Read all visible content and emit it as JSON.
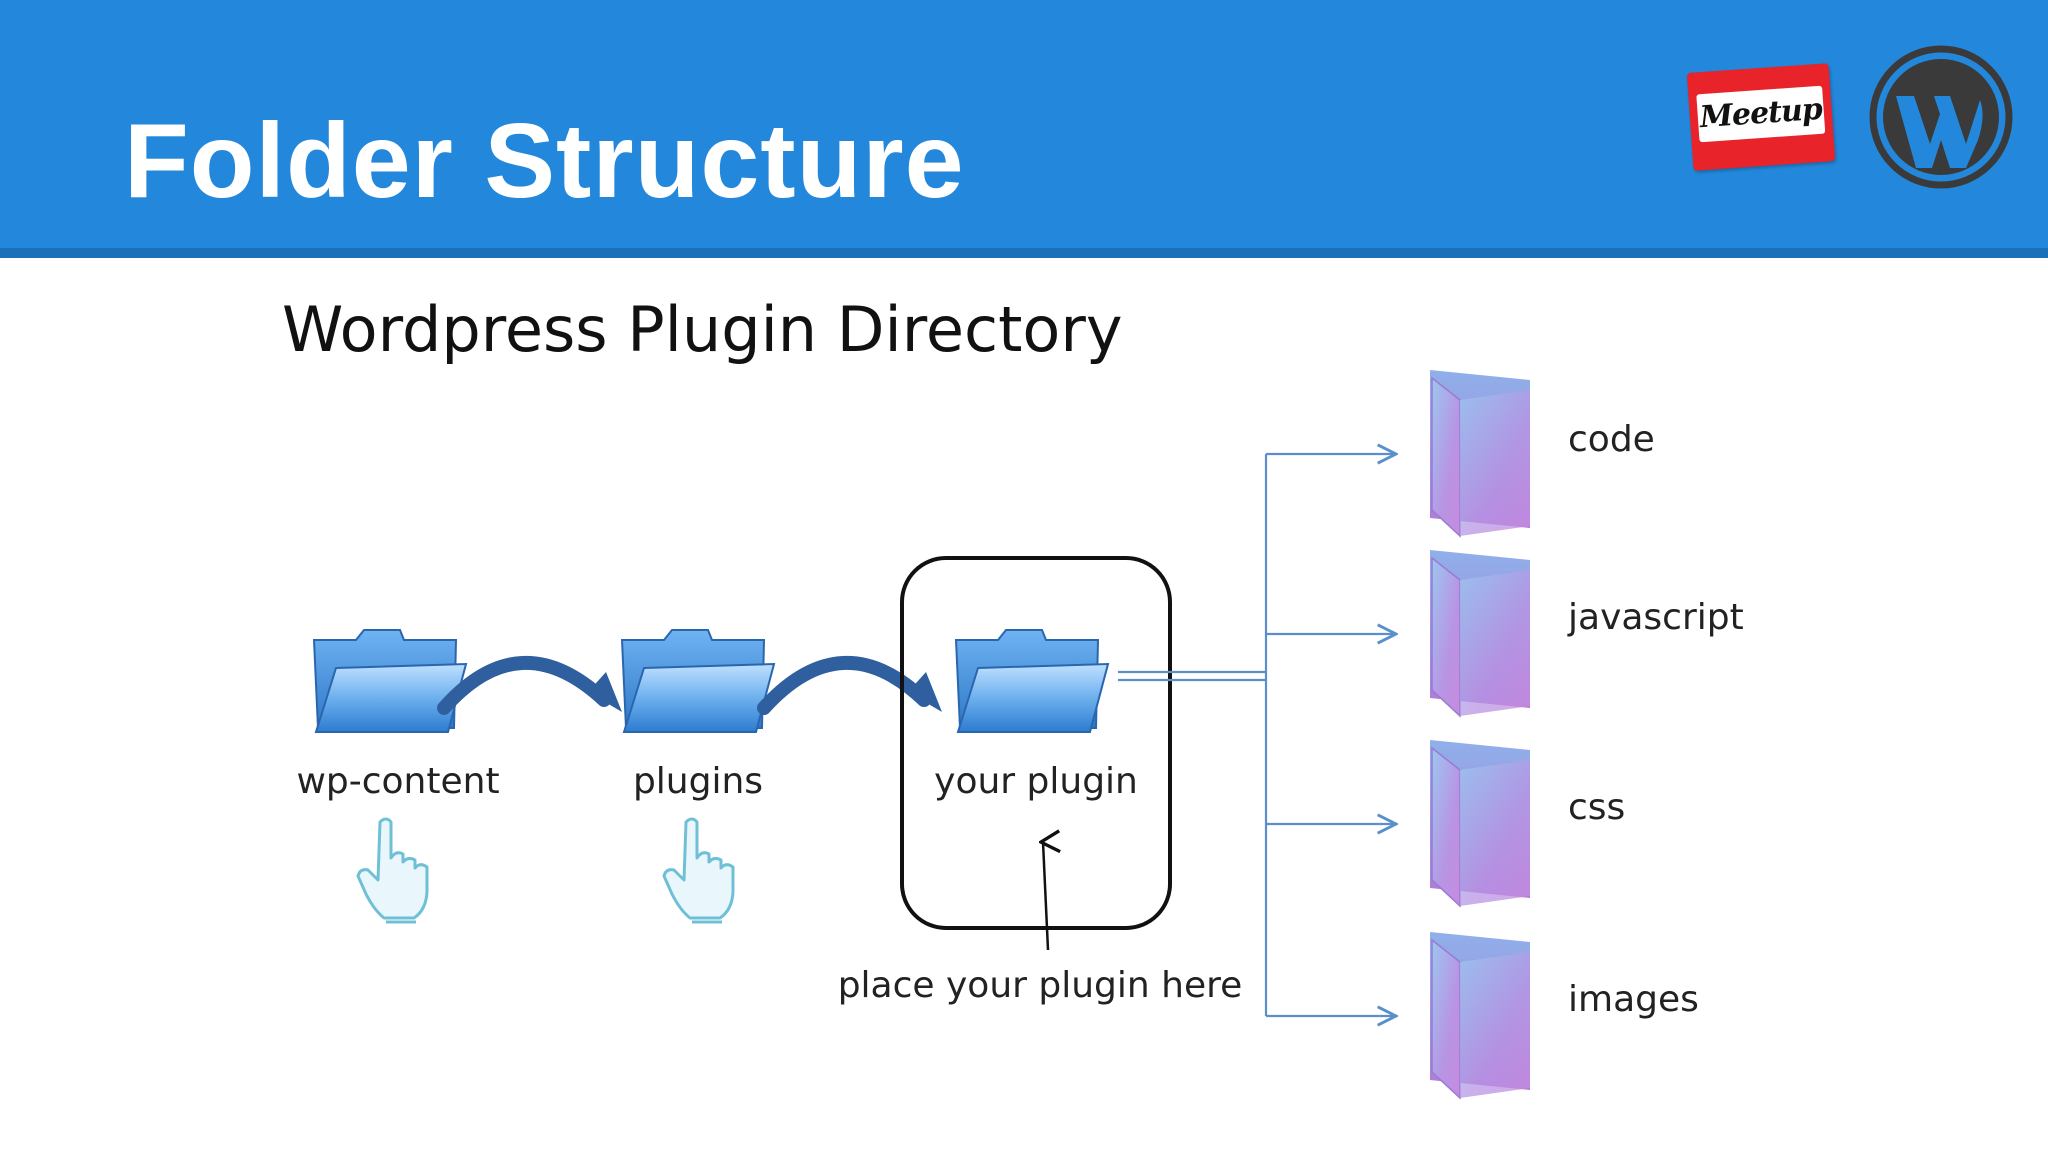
{
  "slide": {
    "title": "Folder Structure"
  },
  "logos": {
    "meetup_text": "Meetup",
    "wordpress_icon": "wordpress-logo-icon"
  },
  "diagram": {
    "heading": "Wordpress Plugin Directory",
    "path_folders": [
      {
        "label": "wp-content",
        "icon": "folder-icon",
        "pointer": "hand-pointer-icon"
      },
      {
        "label": "plugins",
        "icon": "folder-icon",
        "pointer": "hand-pointer-icon"
      },
      {
        "label": "your plugin",
        "icon": "folder-icon"
      }
    ],
    "callout": "place your plugin here",
    "subfolders": [
      {
        "label": "code",
        "icon": "purple-folder-icon"
      },
      {
        "label": "javascript",
        "icon": "purple-folder-icon"
      },
      {
        "label": "css",
        "icon": "purple-folder-icon"
      },
      {
        "label": "images",
        "icon": "purple-folder-icon"
      }
    ],
    "colors": {
      "header": "#2388dc",
      "folder_blue": "#3f8fe0",
      "subfolder_purple": "#b48be6",
      "arrow_blue": "#3a6fb0",
      "connector": "#5b8fc9"
    }
  }
}
